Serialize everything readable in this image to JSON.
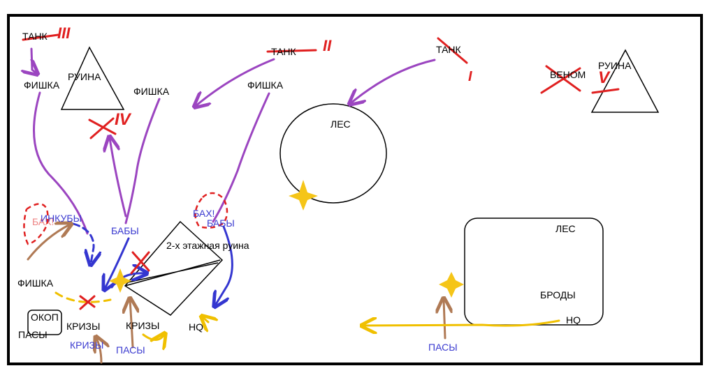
{
  "colors": {
    "text": "#000000",
    "blue_text": "#3a3ad0",
    "purple_arrow": "#9b45c0",
    "blue_arrow": "#3436d0",
    "brown_arrow": "#b07a55",
    "yellow_arrow": "#f0c000",
    "red_mark": "#e02020",
    "star": "#f5c518",
    "frame": "#000000"
  },
  "labels": {
    "tank_3": "ТАНК",
    "tank_2": "ТАНК",
    "tank_1": "ТАНК",
    "venom": "ВЕНОМ",
    "ruin_left": "РУИНА",
    "ruin_right": "РУИНА",
    "fishka_1": "ФИШКА",
    "fishka_2": "ФИШКА",
    "fishka_3": "ФИШКА",
    "fishka_4": "ФИШКА",
    "forest_top": "ЛЕС",
    "forest_right": "ЛЕС",
    "fords": "БРОДЫ",
    "hq_right": "HQ",
    "hq_left": "HQ",
    "incubi": "ИНКУБЫ",
    "babes_1": "БАБЫ",
    "babes_2": "БАБЫ",
    "bah_1": "БАХ!",
    "bah_2": "БАХ!",
    "two_floor_ruin": "2-х этажная руина",
    "trench": "ОКОП",
    "pasy_1": "ПАСЫ",
    "pasy_2": "ПАСЫ",
    "pasy_3": "ПАСЫ",
    "krizy_1": "КРИЗЫ",
    "krizy_2": "КРИЗЫ",
    "krizy_3": "КРИЗЫ"
  },
  "numerals": {
    "tank_3": "III",
    "tank_2": "II",
    "tank_1": "I",
    "venom": "V",
    "center": "IV"
  }
}
